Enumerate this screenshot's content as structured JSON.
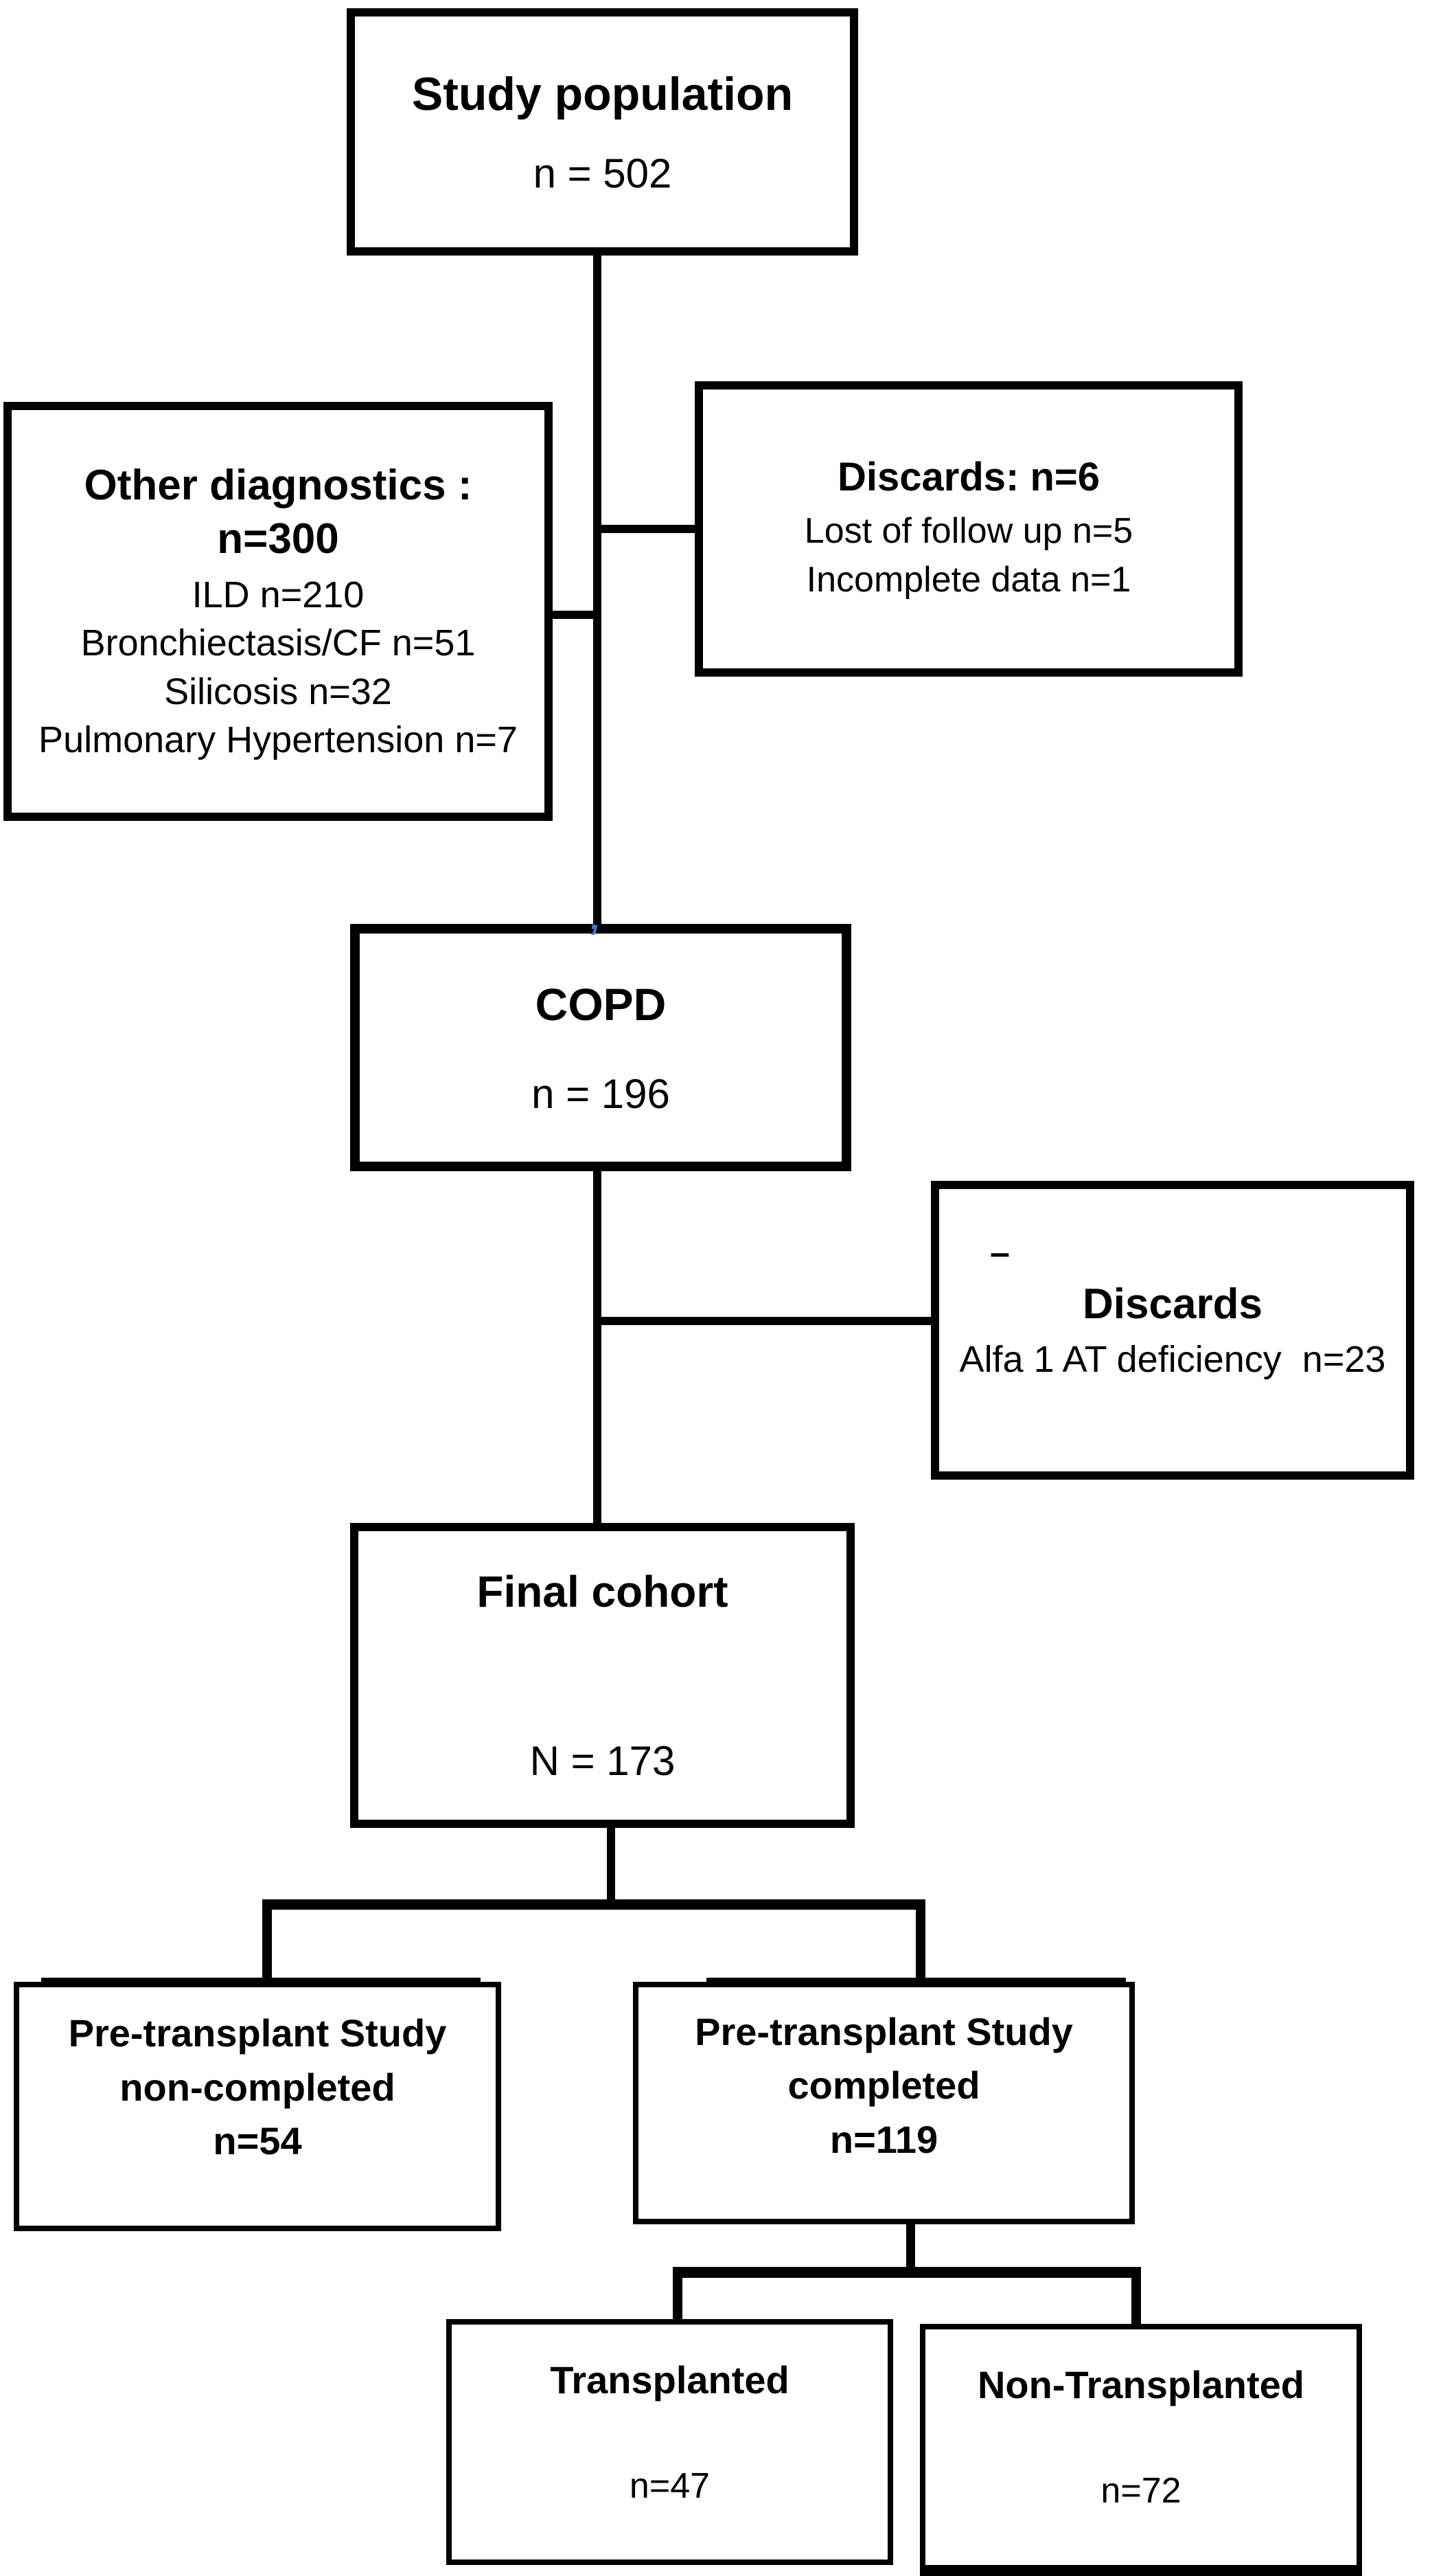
{
  "figure": {
    "type": "study-flow-diagram",
    "colors": {
      "ink": "#000000",
      "background": "#ffffff",
      "stray_mark_blue": "#4277c0"
    },
    "nodes": {
      "study_population": {
        "title": "Study population",
        "count": "n = 502"
      },
      "other_diagnostics": {
        "title": "Other diagnostics :",
        "count": "n=300",
        "details": [
          "ILD n=210",
          "Bronchiectasis/CF n=51",
          "Silicosis n=32",
          "Pulmonary Hypertension n=7"
        ]
      },
      "discards_initial": {
        "title": "Discards: n=6",
        "details": [
          "Lost of follow up n=5",
          "Incomplete data n=1"
        ]
      },
      "copd": {
        "title": "COPD",
        "count": "n = 196"
      },
      "discards_alfa": {
        "title": "Discards",
        "details": [
          "Alfa 1 AT deficiency  n=23"
        ]
      },
      "final_cohort": {
        "title": "Final cohort",
        "count": "N = 173"
      },
      "pre_transplant_non_completed": {
        "title_line1": "Pre-transplant Study",
        "title_line2": "non-completed",
        "count": "n=54"
      },
      "pre_transplant_completed": {
        "title_line1": "Pre-transplant Study",
        "title_line2": "completed",
        "count": "n=119"
      },
      "transplanted": {
        "title": "Transplanted",
        "count": "n=47"
      },
      "non_transplanted": {
        "title": "Non-Transplanted",
        "count": "n=72"
      }
    },
    "stray_marks": {
      "blue_apostrophe": "’",
      "dash": "–"
    }
  }
}
